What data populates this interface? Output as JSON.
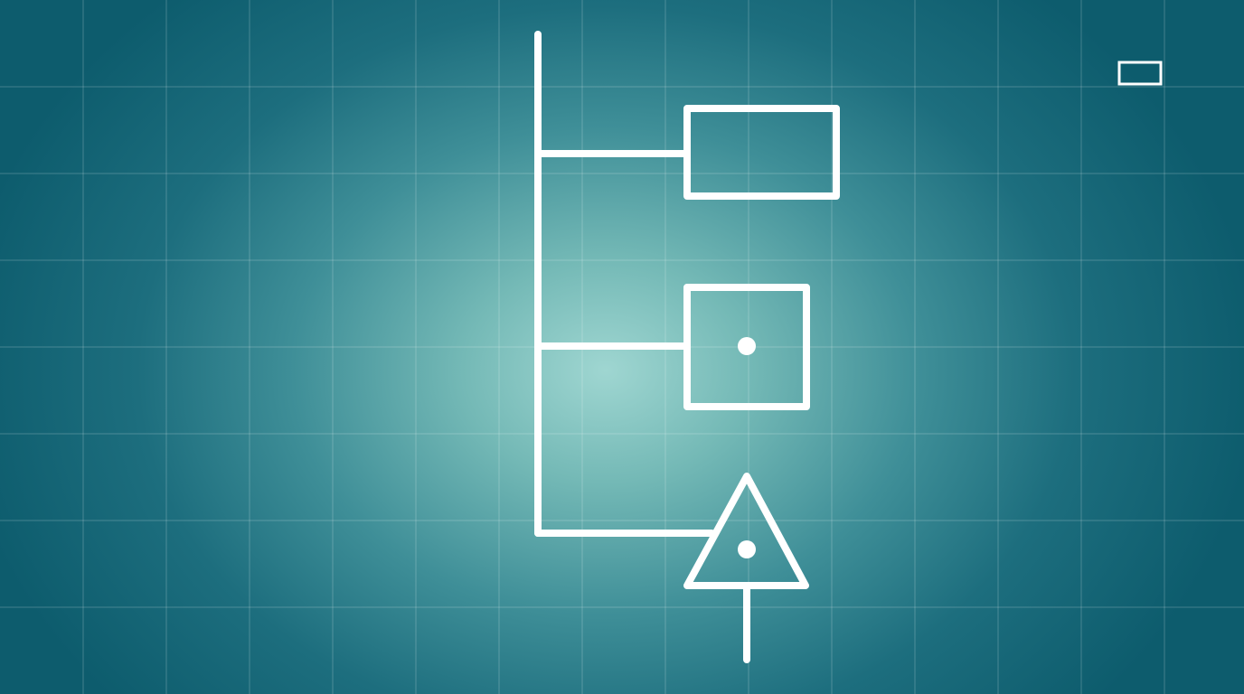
{
  "theme": {
    "background_center": "#9fd6d1",
    "background_edge": "#0d5c6d",
    "grid_line_color": "#ffffff",
    "stroke_color": "#ffffff"
  },
  "diagram": {
    "type": "hierarchy-tree",
    "root": "vertical-trunk-line",
    "nodes": [
      {
        "id": "node-1",
        "shape": "rectangle",
        "marker": "none"
      },
      {
        "id": "node-2",
        "shape": "square",
        "marker": "dot"
      },
      {
        "id": "node-3",
        "shape": "triangle",
        "marker": "dot"
      }
    ],
    "legend_icon": "rectangle-outline"
  }
}
